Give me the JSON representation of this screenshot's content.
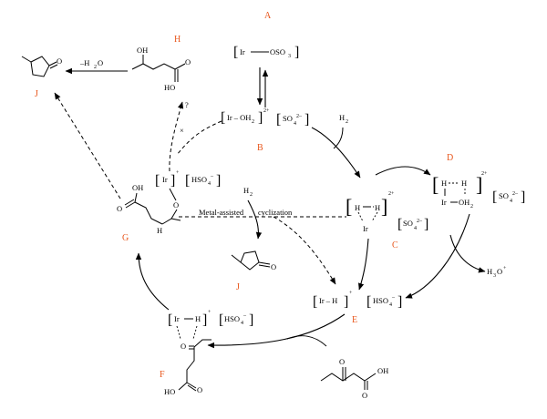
{
  "labels": {
    "A": "A",
    "B": "B",
    "C": "C",
    "D": "D",
    "E": "E",
    "F": "F",
    "G": "G",
    "H": "H",
    "J_top": "J",
    "J_mid": "J"
  },
  "species": {
    "A": {
      "ir": "Ir",
      "oso": "OSO",
      "sub3": "3"
    },
    "B": {
      "ir_oh": "Ir – OH",
      "sub2": "2",
      "charge": "2+",
      "so": "SO",
      "so_sub": "4",
      "so_sup": "2–"
    },
    "C": {
      "h1": "H",
      "h2": "H",
      "ir": "Ir",
      "charge": "2+",
      "so": "SO",
      "so_sub": "4",
      "so_sup": "2–"
    },
    "D": {
      "h1": "H",
      "h2": "H",
      "ir": "Ir",
      "oh": "OH",
      "oh_sub": "2",
      "charge": "2+",
      "so": "SO",
      "so_sub": "4",
      "so_sup": "2–"
    },
    "E": {
      "irh": "Ir – H",
      "charge": "+",
      "hso": "HSO",
      "hso_sub": "4",
      "hso_sup": "–"
    },
    "F": {
      "irh": "Ir",
      "h": "H",
      "charge": "+",
      "hso": "HSO",
      "hso_sub": "4",
      "hso_sup": "–",
      "o": "O",
      "ho": "HO",
      "o2": "O"
    },
    "G": {
      "ir": "Ir",
      "charge": "+",
      "hso": "HSO",
      "hso_sub": "4",
      "hso_sup": "–",
      "o": "O",
      "oh": "OH",
      "o2": "O",
      "h": "H"
    },
    "H": {
      "oh": "OH",
      "ho": "HO",
      "o": "O"
    },
    "J": {
      "o": "O"
    },
    "substrate": {
      "o": "O",
      "oh": "OH",
      "o2": "O"
    }
  },
  "annotations": {
    "minus_water": "–H",
    "minus_water_sub": "2",
    "minus_water_tail": "O",
    "question": "?",
    "cross": "×",
    "h2_top": "H",
    "h2_top_sub": "2",
    "h2_mid": "H",
    "h2_mid_sub": "2",
    "h3o": "H",
    "h3o_sub": "3",
    "h3o_tail": "O",
    "h3o_sup": "+",
    "metal_assisted": "Metal-assisted",
    "cyclization": "cyclization"
  }
}
